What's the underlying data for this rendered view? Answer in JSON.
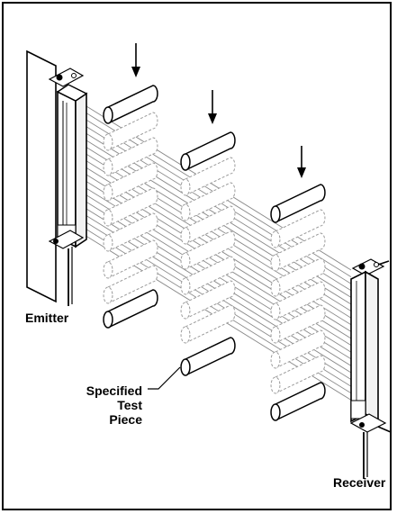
{
  "labels": {
    "emitter": "Emitter",
    "receiver": "Receiver",
    "test_piece_line1": "Specified",
    "test_piece_line2": "Test",
    "test_piece_line3": "Piece"
  },
  "colors": {
    "ink": "#000000",
    "paper": "#ffffff",
    "ghost_line": "#9a9a9a",
    "beam_line": "#8a8a8a"
  },
  "icons": {
    "arrows": "down-arrow-icon",
    "emitter": "emitter-light-curtain-icon",
    "receiver": "receiver-light-curtain-icon"
  }
}
